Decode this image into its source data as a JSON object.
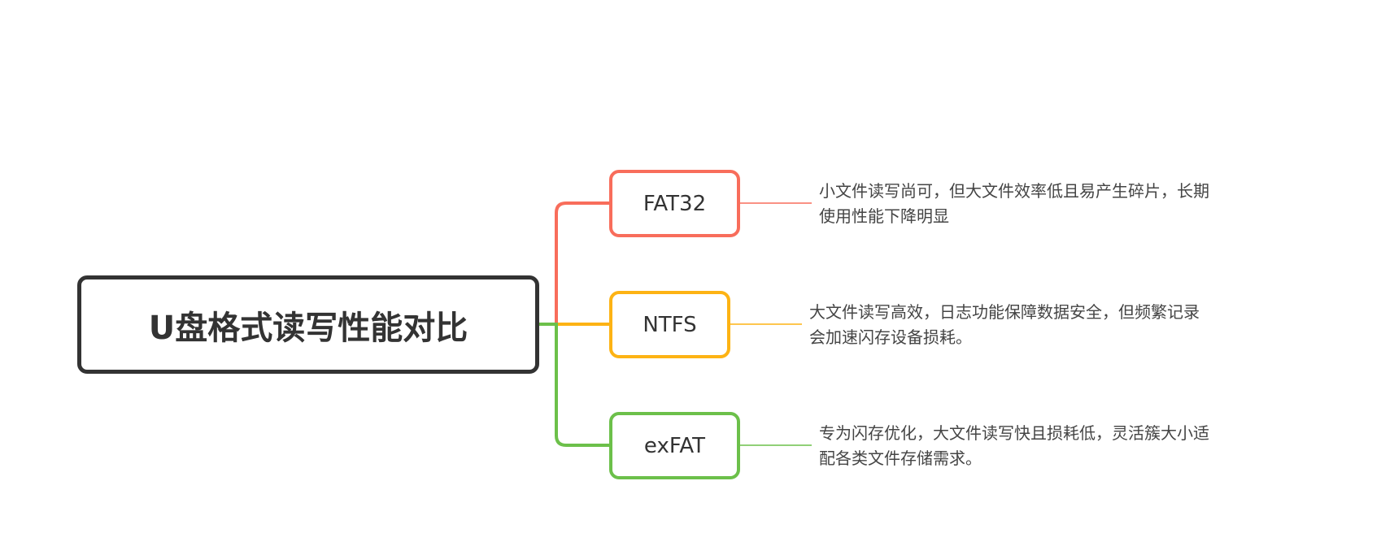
{
  "root": {
    "label": "U盘格式读写性能对比"
  },
  "branches": [
    {
      "label": "FAT32",
      "color": "#f86d5b",
      "description": "小文件读写尚可，但大文件效率低且易产生碎片，长期使用性能下降明显"
    },
    {
      "label": "NTFS",
      "color": "#fdb314",
      "description": "大文件读写高效，日志功能保障数据安全，但频繁记录会加速闪存设备损耗。"
    },
    {
      "label": "exFAT",
      "color": "#6cc04a",
      "description": "专为闪存优化，大文件读写快且损耗低，灵活簇大小适配各类文件存储需求。"
    }
  ]
}
